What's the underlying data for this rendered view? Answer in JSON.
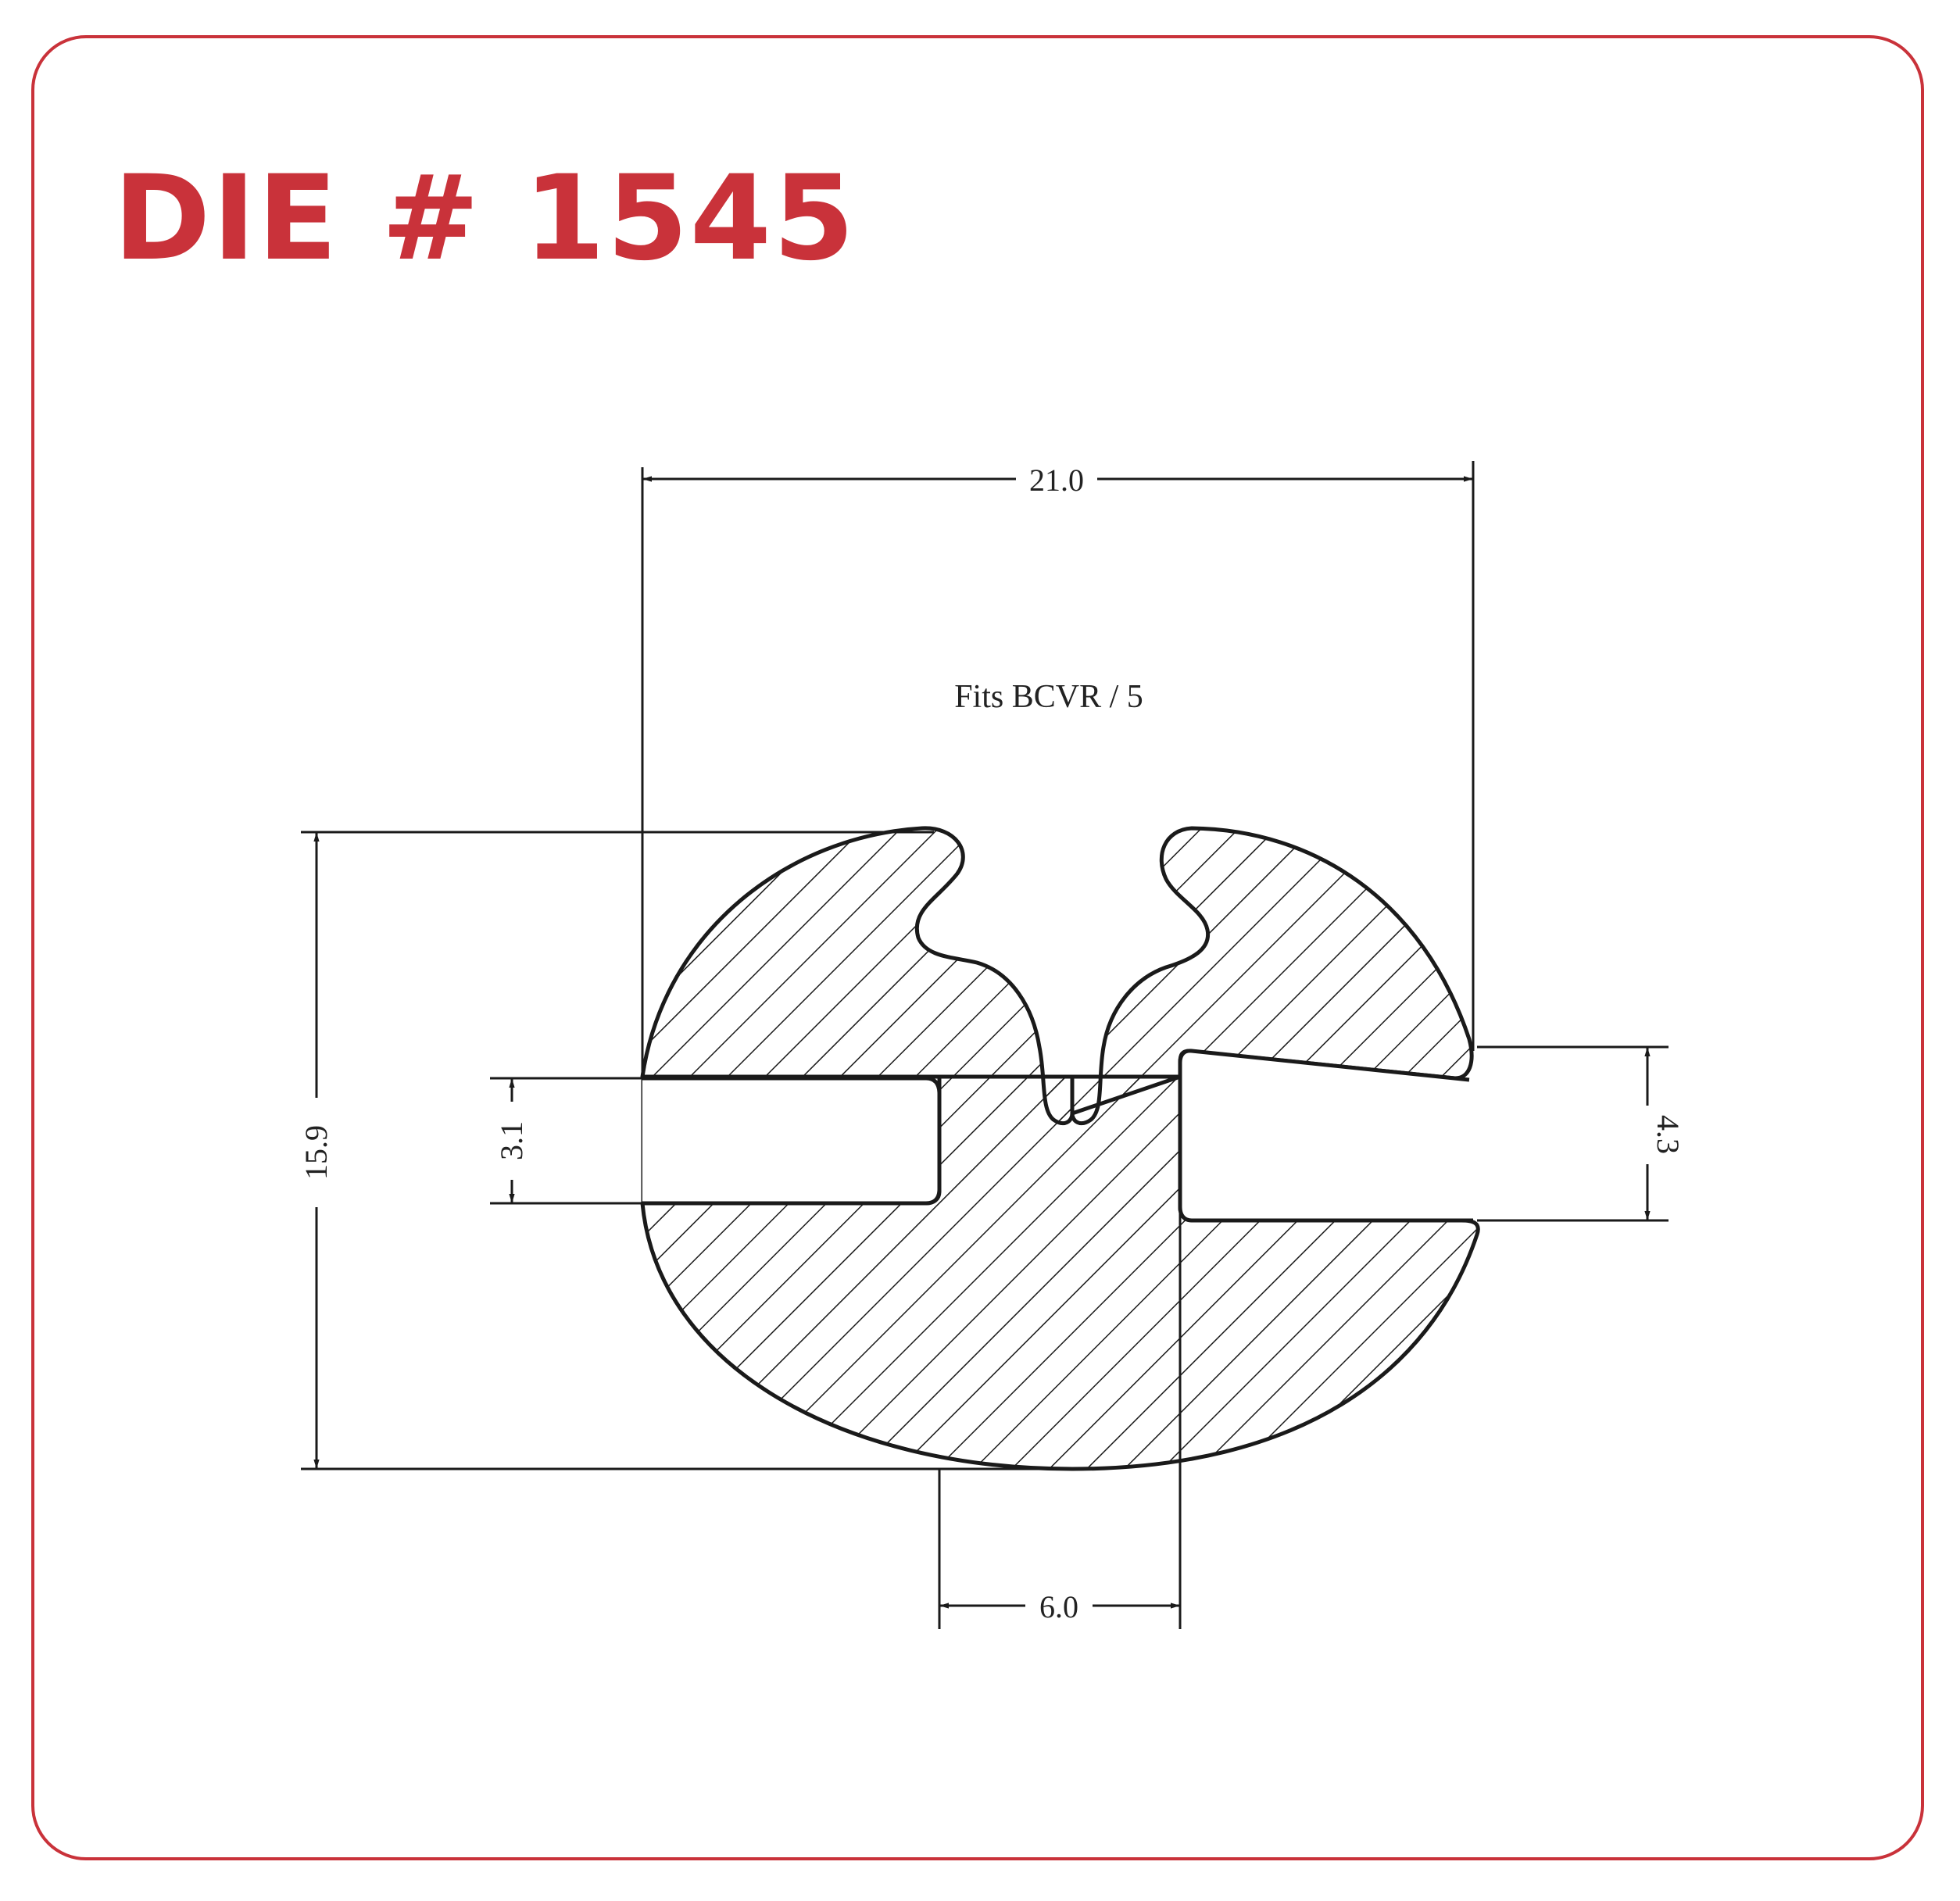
{
  "title": "DIE # 1545",
  "note": "Fits BCVR / 5",
  "dimensions": {
    "overall_width": "21.0",
    "overall_height": "15.9",
    "left_slot_height": "3.1",
    "right_slot_height": "4.3",
    "stem_width": "6.0"
  },
  "colors": {
    "accent": "#c9323a",
    "line": "#1a1a1a"
  }
}
